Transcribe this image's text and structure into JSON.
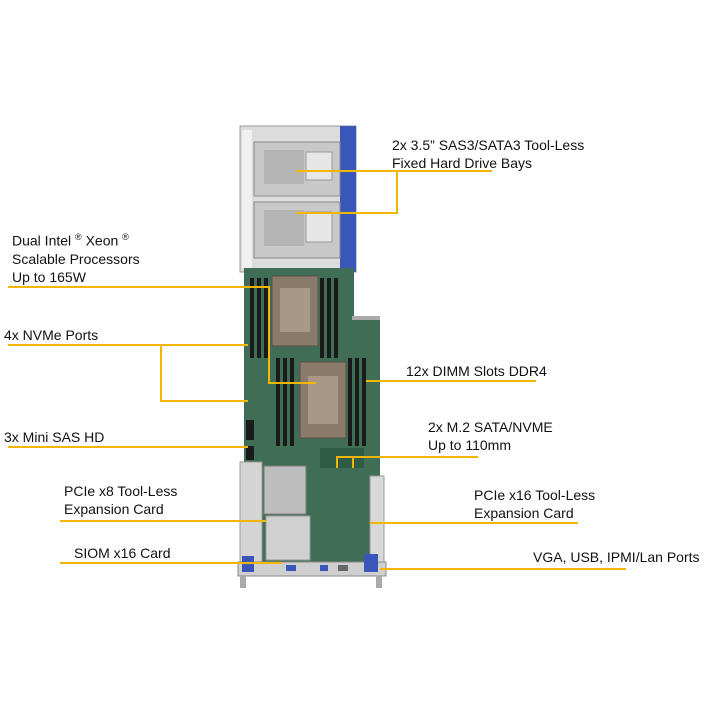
{
  "colors": {
    "leader": "#f2b705",
    "text": "#111111",
    "pcb": "#3f6d55",
    "chassis": "#d8d8d8",
    "accent": "#3a56b8"
  },
  "callouts": {
    "drive_bays": [
      "2x 3.5” SAS3/SATA3 Tool-Less",
      "Fixed Hard Drive Bays"
    ],
    "processors": {
      "line1_a": "Dual Intel",
      "line1_mark_a": "®",
      "line1_b": " Xeon",
      "line1_mark_b": "®",
      "line2": "Scalable Processors",
      "line3": "Up to 165W"
    },
    "nvme": "4x NVMe Ports",
    "dimm": "12x DIMM Slots DDR4",
    "mini_sas": "3x Mini SAS HD",
    "m2": [
      "2x M.2 SATA/NVME",
      "Up to 110mm"
    ],
    "pcie_x8": [
      "PCIe x8 Tool-Less",
      "Expansion Card"
    ],
    "pcie_x16": [
      "PCIe x16 Tool-Less",
      "Expansion Card"
    ],
    "siom": "SIOM x16 Card",
    "io_ports": "VGA, USB, IPMI/Lan  Ports"
  }
}
